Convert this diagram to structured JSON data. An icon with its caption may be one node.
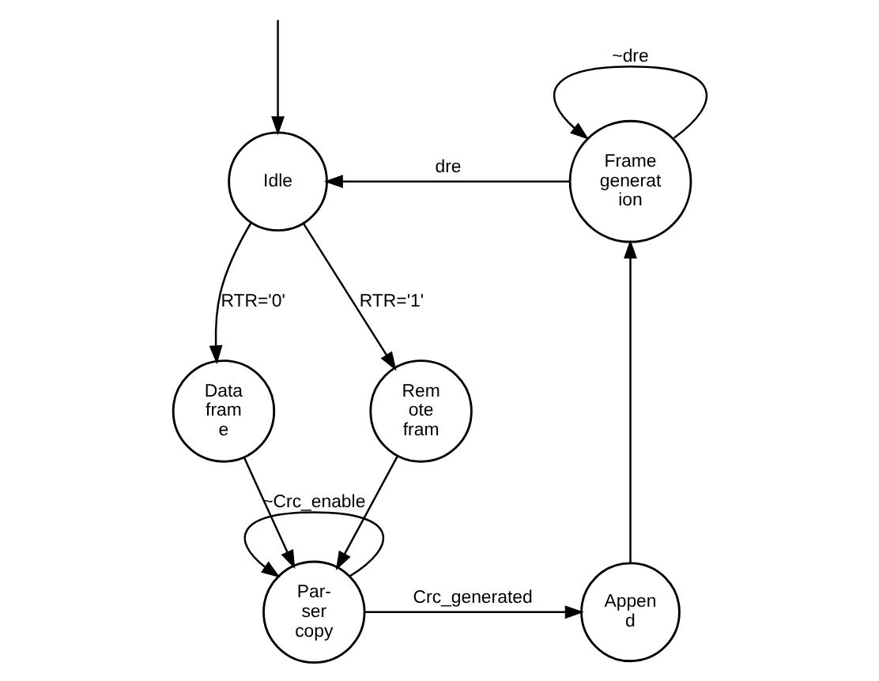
{
  "diagram": {
    "nodes": [
      {
        "text": [
          "Idle"
        ]
      },
      {
        "text": [
          "Data fram e"
        ]
      },
      {
        "text": [
          "Rem ote fram"
        ]
      },
      {
        "text": [
          "Par- ser copy"
        ]
      },
      {
        "text": [
          "Appen d"
        ]
      },
      {
        "text": [
          "Frame generat ion"
        ]
      }
    ],
    "edges": [
      {
        "from": null,
        "to": 0,
        "arrow": "to"
      },
      {
        "from": 0,
        "to": 1,
        "arrow": "to",
        "label": "RTR='0'"
      },
      {
        "from": 0,
        "to": 2,
        "arrow": "to",
        "label": "RTR='1'"
      },
      {
        "from": 1,
        "to": 3,
        "arrow": "to"
      },
      {
        "from": 2,
        "to": 3,
        "arrow": "to"
      },
      {
        "from": 3,
        "to": 3,
        "arrow": "to",
        "label": "~Crc_enable"
      },
      {
        "from": 3,
        "to": 4,
        "arrow": "to",
        "label": "Crc_generated"
      },
      {
        "from": 4,
        "to": 5,
        "arrow": "to"
      },
      {
        "from": 5,
        "to": 5,
        "arrow": "to",
        "label": "~dre"
      },
      {
        "from": 5,
        "to": 0,
        "arrow": "to",
        "label": "dre"
      }
    ]
  }
}
